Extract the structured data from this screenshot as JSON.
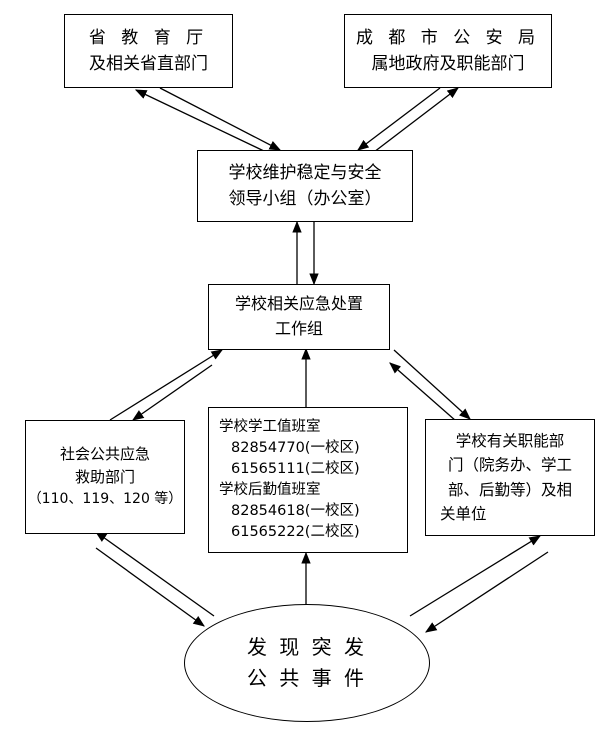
{
  "nodes": {
    "education_dept": {
      "lines": [
        "省 教 育 厅",
        "及相关省直部门"
      ]
    },
    "public_security": {
      "lines": [
        "成 都 市 公 安 局",
        "属地政府及职能部门"
      ]
    },
    "leadership_group": {
      "lines": [
        "学校维护稳定与安全",
        "领导小组（办公室）"
      ]
    },
    "emergency_group": {
      "lines": [
        "学校相关应急处置",
        "工作组"
      ]
    },
    "public_rescue": {
      "lines": [
        "社会公共应急",
        "救助部门",
        "（110、119、120 等）"
      ]
    },
    "duty_rooms": {
      "lines": [
        "学校学工值班室",
        "82854770(一校区)",
        "61565111(二校区)",
        "学校后勤值班室",
        "82854618(一校区)",
        "61565222(二校区)"
      ]
    },
    "functional_depts": {
      "lines": [
        "学校有关职能部",
        "门（院务办、学工",
        "部、后勤等）及相",
        "关单位"
      ]
    },
    "incident": {
      "lines": [
        "发 现 突 发",
        "公 共 事 件"
      ]
    }
  }
}
